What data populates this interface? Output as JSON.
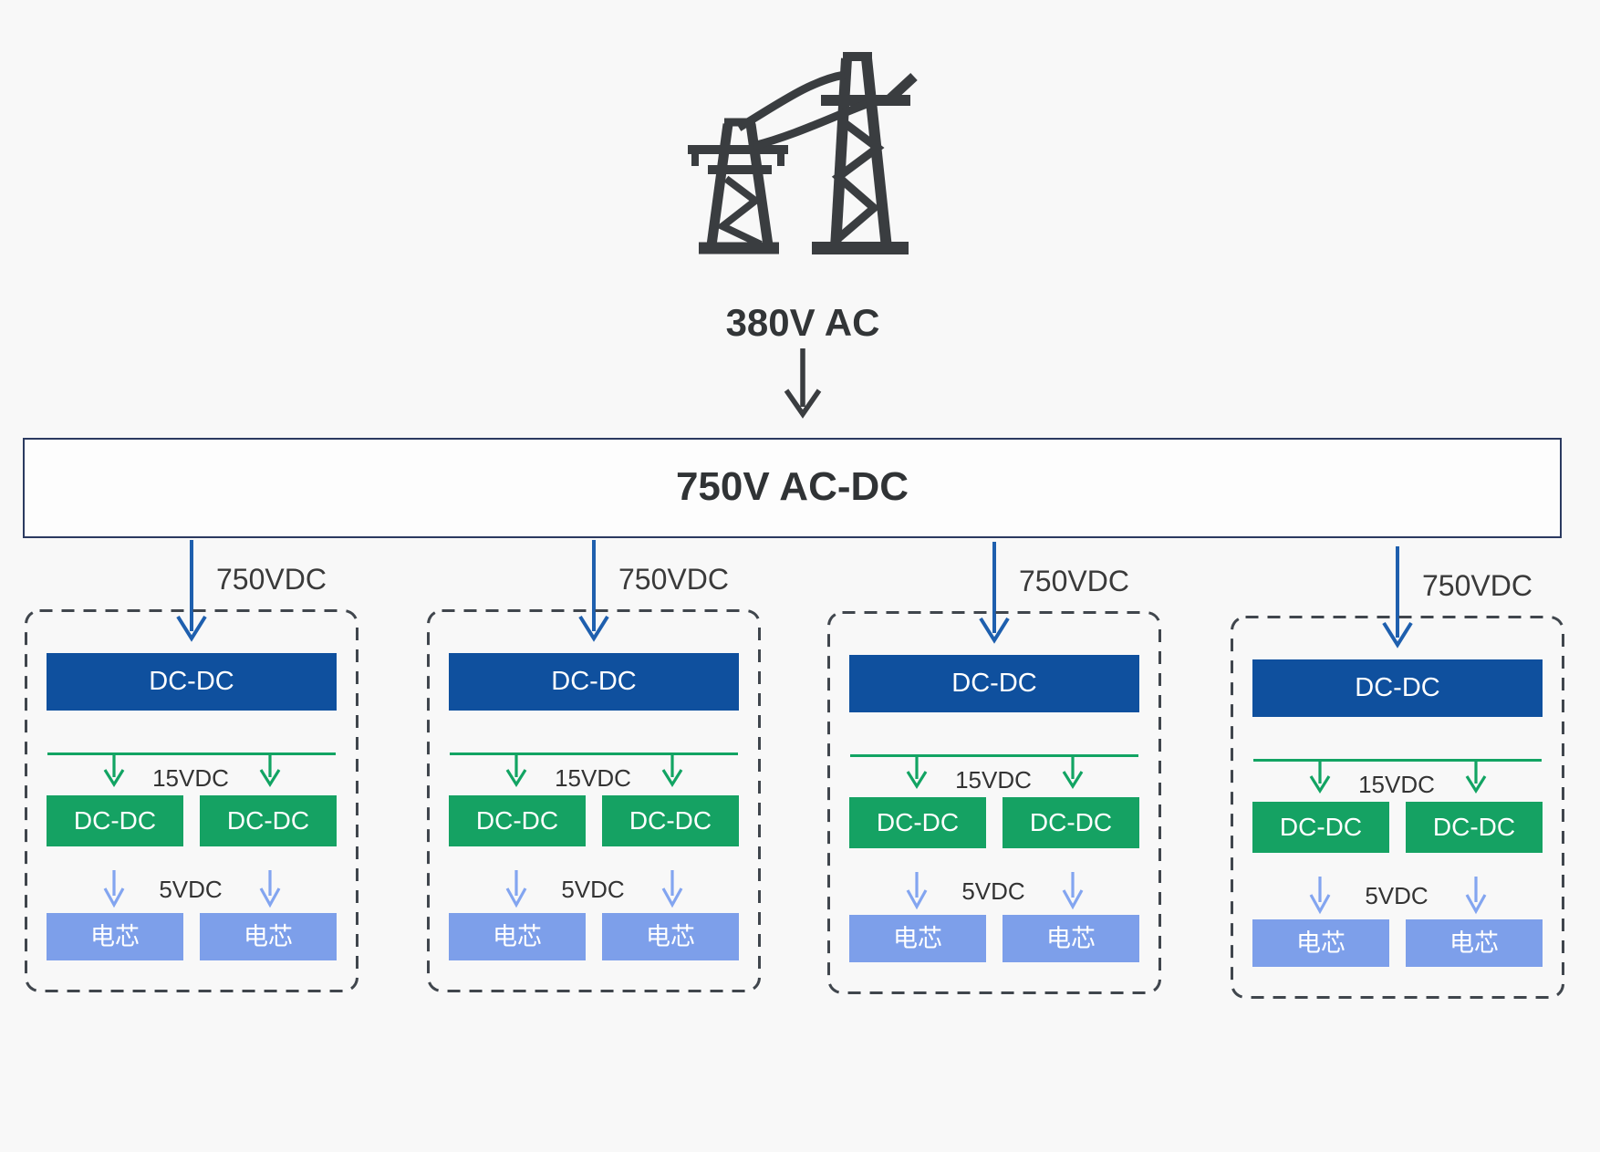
{
  "header": {
    "tower_icon": "transmission-tower-icon",
    "source_label": "380V AC",
    "converter_label": "750V AC-DC"
  },
  "modules": [
    {
      "input_label": "750VDC",
      "primary_label": "DC-DC",
      "mid_bus_label": "15VDC",
      "secondary_labels": [
        "DC-DC",
        "DC-DC"
      ],
      "cell_bus_label": "5VDC",
      "cell_labels": [
        "电芯",
        "电芯"
      ]
    },
    {
      "input_label": "750VDC",
      "primary_label": "DC-DC",
      "mid_bus_label": "15VDC",
      "secondary_labels": [
        "DC-DC",
        "DC-DC"
      ],
      "cell_bus_label": "5VDC",
      "cell_labels": [
        "电芯",
        "电芯"
      ]
    },
    {
      "input_label": "750VDC",
      "primary_label": "DC-DC",
      "mid_bus_label": "15VDC",
      "secondary_labels": [
        "DC-DC",
        "DC-DC"
      ],
      "cell_bus_label": "5VDC",
      "cell_labels": [
        "电芯",
        "电芯"
      ]
    },
    {
      "input_label": "750VDC",
      "primary_label": "DC-DC",
      "mid_bus_label": "15VDC",
      "secondary_labels": [
        "DC-DC",
        "DC-DC"
      ],
      "cell_bus_label": "5VDC",
      "cell_labels": [
        "电芯",
        "电芯"
      ]
    }
  ],
  "colors": {
    "background": "#f8f8f8",
    "primary_box": "#0f509e",
    "secondary_box": "#15a263",
    "cell_box": "#7d9fea",
    "input_arrow": "#1e5fae",
    "mid_arrow": "#12a463",
    "cell_arrow": "#83a5f0",
    "frame_dash": "#40464d",
    "acdc_border": "#2b3a60",
    "icon": "#3a3d40",
    "text_dark": "#333333"
  }
}
